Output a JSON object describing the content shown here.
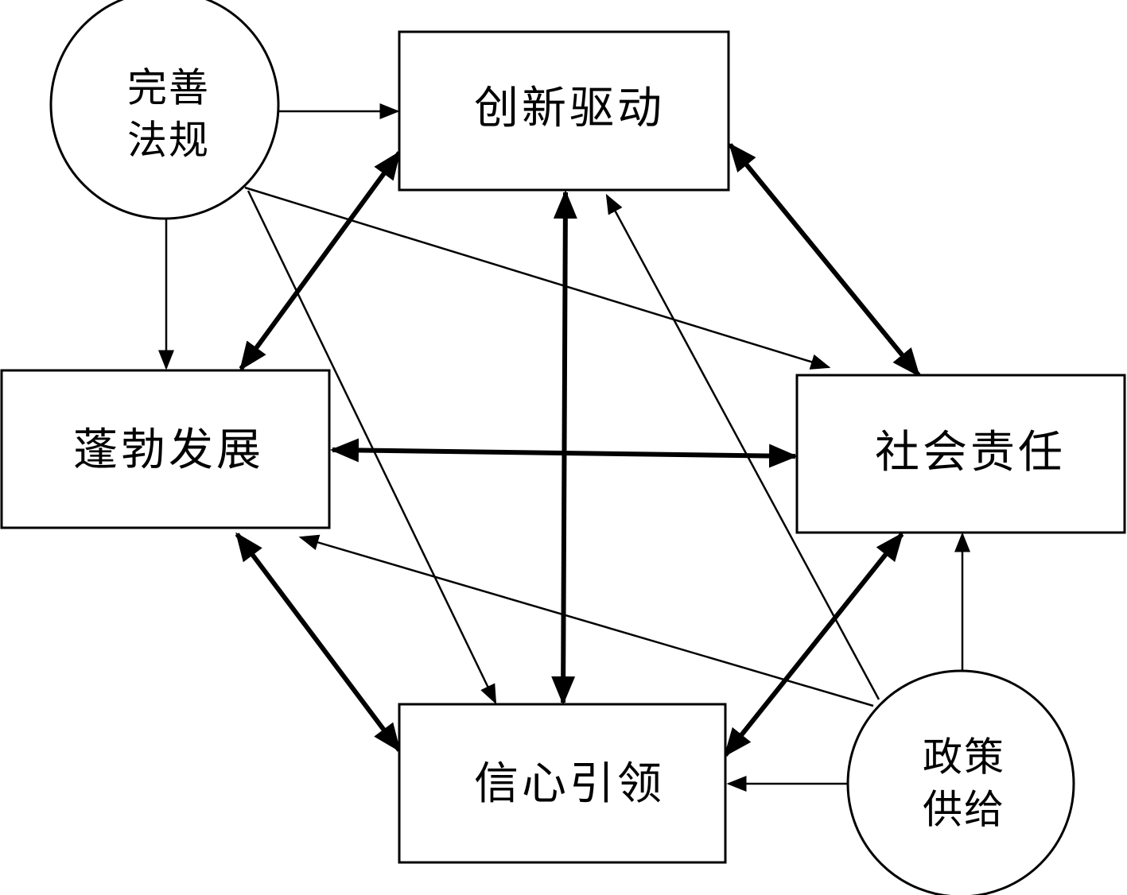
{
  "nodes": {
    "innovation": {
      "label": "创新驱动"
    },
    "development": {
      "label": "蓬勃发展"
    },
    "responsibility": {
      "label": "社会责任"
    },
    "confidence": {
      "label": "信心引领"
    },
    "laws": {
      "line1": "完善",
      "line2": "法规"
    },
    "policy": {
      "line1": "政策",
      "line2": "供给"
    }
  },
  "edges": [
    {
      "from": "laws",
      "to": "innovation",
      "type": "one-way"
    },
    {
      "from": "laws",
      "to": "development",
      "type": "one-way"
    },
    {
      "from": "laws",
      "to": "responsibility",
      "type": "one-way"
    },
    {
      "from": "laws",
      "to": "confidence",
      "type": "one-way"
    },
    {
      "from": "policy",
      "to": "innovation",
      "type": "one-way"
    },
    {
      "from": "policy",
      "to": "development",
      "type": "one-way"
    },
    {
      "from": "policy",
      "to": "responsibility",
      "type": "one-way"
    },
    {
      "from": "policy",
      "to": "confidence",
      "type": "one-way"
    },
    {
      "from": "innovation",
      "to": "development",
      "type": "two-way"
    },
    {
      "from": "innovation",
      "to": "responsibility",
      "type": "two-way"
    },
    {
      "from": "innovation",
      "to": "confidence",
      "type": "two-way"
    },
    {
      "from": "development",
      "to": "responsibility",
      "type": "two-way"
    },
    {
      "from": "development",
      "to": "confidence",
      "type": "two-way"
    },
    {
      "from": "responsibility",
      "to": "confidence",
      "type": "two-way"
    }
  ]
}
